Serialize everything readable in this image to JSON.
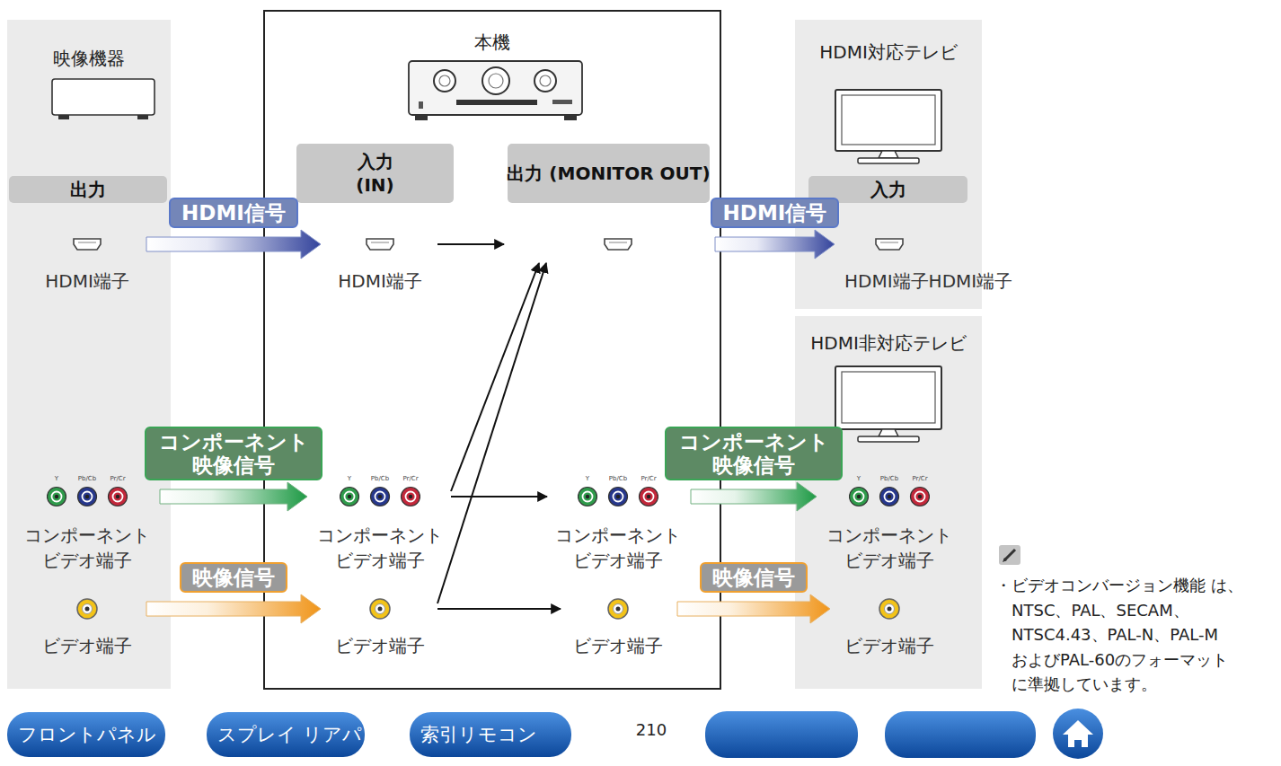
{
  "diagram": {
    "nodes": [
      {
        "text": [
          "映像機器"
        ]
      },
      {
        "text": [
          "出力"
        ],
        "in": 0
      },
      {
        "text": [
          "HDMI端子"
        ],
        "in": 0
      },
      {
        "text": [
          "コンポーネント ビデオ端子"
        ],
        "in": 0
      },
      {
        "text": [
          "ビデオ端子"
        ],
        "in": 0
      },
      {
        "text": [
          "本機"
        ]
      },
      {
        "text": [
          "入力 (IN)"
        ],
        "in": 5
      },
      {
        "text": [
          "出力 (MONITOR OUT)"
        ],
        "in": 5
      },
      {
        "text": [
          "HDMI端子"
        ],
        "in": 5
      },
      {
        "text": [
          "コンポーネント ビデオ端子"
        ],
        "in": 5
      },
      {
        "text": [
          "ビデオ端子"
        ],
        "in": 5
      },
      {
        "text": [
          "コンポーネント ビデオ端子"
        ],
        "in": 5
      },
      {
        "text": [
          "ビデオ端子"
        ],
        "in": 5
      },
      {
        "text": [
          "HDMI対応テレビ"
        ]
      },
      {
        "text": [
          "入力"
        ],
        "in": 13
      },
      {
        "text": [
          "HDMI端子HDMI端子"
        ],
        "in": 13
      },
      {
        "text": [
          "HDMI非対応テレビ"
        ]
      },
      {
        "text": [
          "コンポーネント ビデオ端子"
        ],
        "in": 16
      },
      {
        "text": [
          "ビデオ端子"
        ],
        "in": 16
      },
      {
        "text": [
          "フロントパネル"
        ]
      },
      {
        "text": [
          "スプレイ リアパ"
        ]
      },
      {
        "text": [
          "索引リモコン"
        ]
      }
    ],
    "edges": [
      {
        "from": 2,
        "to": 8,
        "arrow": "to",
        "label": "HDMI信号"
      },
      {
        "from": 3,
        "to": 9,
        "arrow": "to",
        "label": "コンポーネント 映像信号"
      },
      {
        "from": 4,
        "to": 10,
        "arrow": "to",
        "label": "映像信号"
      },
      {
        "from": 8,
        "to": 7,
        "arrow": "to"
      },
      {
        "from": 9,
        "to": 7,
        "arrow": "to"
      },
      {
        "from": 9,
        "to": 11,
        "arrow": "to"
      },
      {
        "from": 10,
        "to": 7,
        "arrow": "to"
      },
      {
        "from": 10,
        "to": 12,
        "arrow": "to"
      },
      {
        "from": 7,
        "to": 15,
        "arrow": "to",
        "label": "HDMI信号"
      },
      {
        "from": 11,
        "to": 17,
        "arrow": "to",
        "label": "コンポーネント 映像信号"
      },
      {
        "from": 12,
        "to": 18,
        "arrow": "to",
        "label": "映像信号"
      }
    ],
    "labels": [
      "Y",
      "Pb/Cb",
      "Pr/Cr",
      "Y",
      "Pb/Cb",
      "Pr/Cr",
      "Y",
      "Pb/Cb",
      "Pr/Cr",
      "Y",
      "Pb/Cb",
      "Pr/Cr",
      "210",
      "・ビデオコンバージョン機能 は、NTSC、PAL、SECAM、 NTSC4.43、PAL-N、PAL-M およびPAL-60のフォーマット に準拠しています。"
    ]
  }
}
